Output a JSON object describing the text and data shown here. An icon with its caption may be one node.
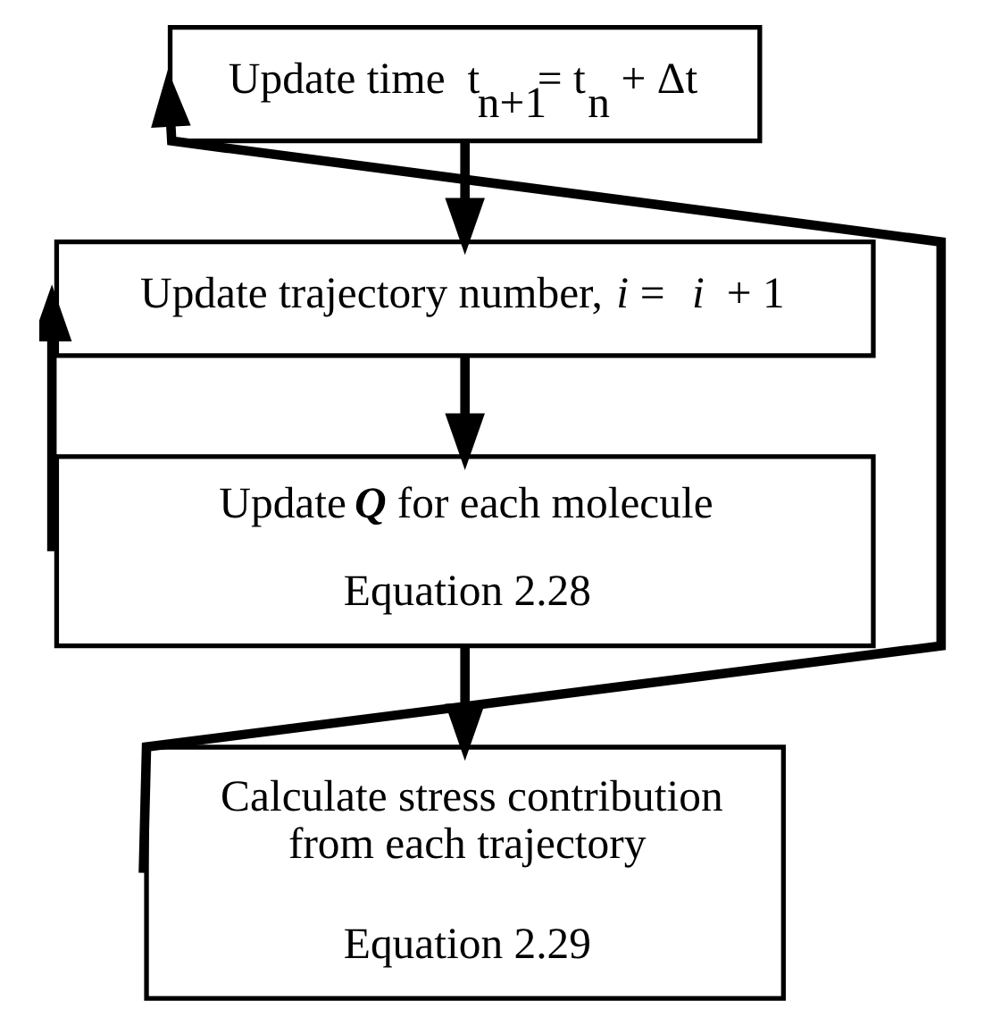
{
  "diagram": {
    "nodes": [
      {
        "text": [
          "Update time  t$_{n+1}$= t$_{n}$ + Δt"
        ]
      },
      {
        "text": [
          "Update trajectory number, *i* = *i*  + 1"
        ]
      },
      {
        "text": [
          "Update **Q** for each molecule",
          "Equation 2.28"
        ]
      },
      {
        "text": [
          "Calculate stress contribution from each trajectory",
          "Equation 2.29"
        ]
      }
    ],
    "edges": [
      {
        "from": 0,
        "to": 1,
        "arrow": "to"
      },
      {
        "from": 1,
        "to": 2,
        "arrow": "to"
      },
      {
        "from": 2,
        "to": 3,
        "arrow": "to"
      },
      {
        "from": 2,
        "to": 1,
        "arrow": "to"
      },
      {
        "from": 3,
        "to": 0,
        "arrow": "to"
      }
    ]
  }
}
